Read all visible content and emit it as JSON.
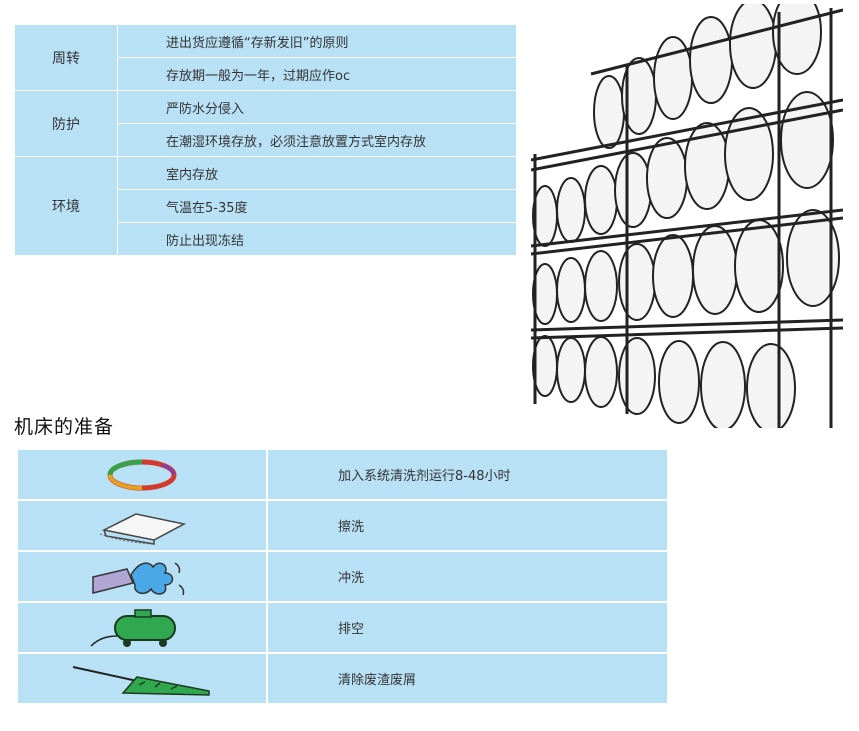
{
  "storage_table": [
    {
      "category": "周转",
      "items": [
        "进出货应遵循“存新发旧”的原则",
        "存放期一般为一年，过期应作oc"
      ]
    },
    {
      "category": "防护",
      "items": [
        "严防水分侵入",
        "在潮湿环境存放，必须注意放置方式室内存放"
      ]
    },
    {
      "category": "环境",
      "items": [
        "室内存放",
        "气温在5-35度",
        "防止出现冻结"
      ]
    }
  ],
  "section_title": "机床的准备",
  "prep_table": [
    {
      "icon": "cleaning-ring-icon",
      "text": "加入系统清洗剂运行8-48小时"
    },
    {
      "icon": "wiping-cloth-icon",
      "text": "擦洗"
    },
    {
      "icon": "water-spray-icon",
      "text": "冲洗"
    },
    {
      "icon": "drain-tank-icon",
      "text": "排空"
    },
    {
      "icon": "debris-scraper-icon",
      "text": "清除废渣废屑"
    }
  ],
  "colors": {
    "table_fill": "#b9e1f6",
    "tank_green": "#2fa84f",
    "spray_blue": "#3a9ee0"
  }
}
